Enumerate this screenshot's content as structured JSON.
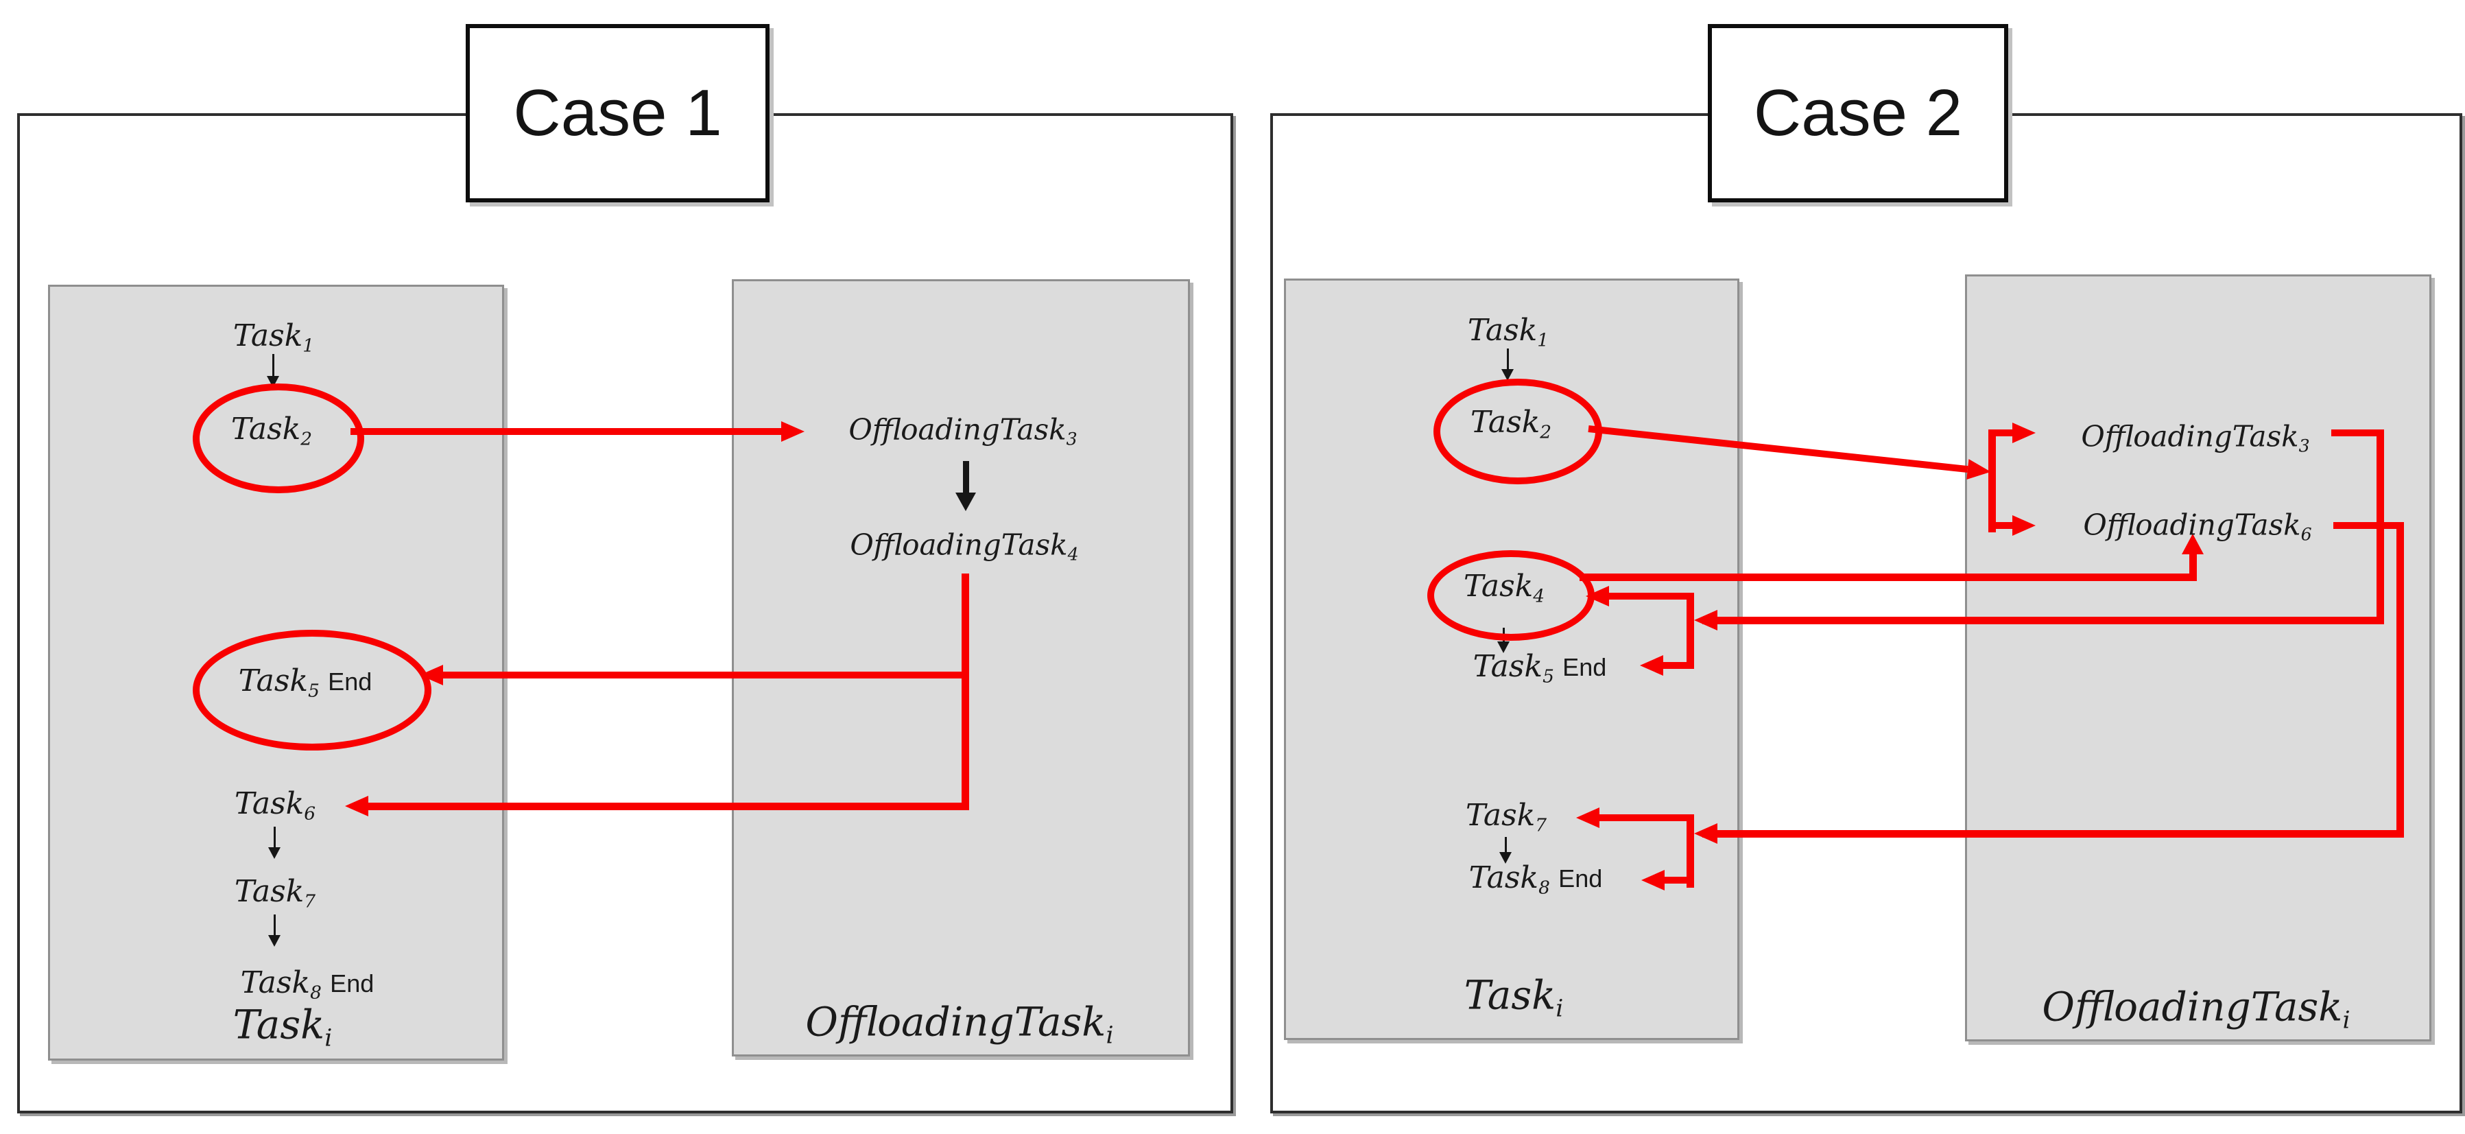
{
  "colors": {
    "accent_red": "#f80000",
    "panel_fill": "#dcdcdc",
    "panel_border": "#8f8f8f",
    "box_border": "#2e2e2e",
    "ink": "#1a1a1a"
  },
  "case1": {
    "title": "Case 1",
    "local_column_label": {
      "base": "Task",
      "sub": "i"
    },
    "offload_column_label": {
      "base": "OffloadingTask",
      "sub": "i"
    },
    "nodes": {
      "task1": {
        "base": "Task",
        "sub": "1"
      },
      "task2": {
        "base": "Task",
        "sub": "2"
      },
      "task5": {
        "base": "Task",
        "sub": "5",
        "suffix": "End"
      },
      "task6": {
        "base": "Task",
        "sub": "6"
      },
      "task7": {
        "base": "Task",
        "sub": "7"
      },
      "task8": {
        "base": "Task",
        "sub": "8",
        "suffix": "End"
      },
      "offloading_task3": {
        "base": "OffloadingTask",
        "sub": "3"
      },
      "offloading_task4": {
        "base": "OffloadingTask",
        "sub": "4"
      }
    },
    "highlighted_nodes": [
      "Task2",
      "Task5"
    ],
    "edges": [
      {
        "from": "Task1",
        "to": "Task2",
        "color": "black"
      },
      {
        "from": "Task2",
        "to": "OffloadingTask3",
        "color": "red",
        "kind": "offload"
      },
      {
        "from": "OffloadingTask3",
        "to": "OffloadingTask4",
        "color": "black"
      },
      {
        "from": "OffloadingTask4",
        "to": "Task5",
        "color": "red",
        "kind": "return"
      },
      {
        "from": "OffloadingTask4",
        "to": "Task6",
        "color": "red",
        "kind": "return"
      },
      {
        "from": "Task6",
        "to": "Task7",
        "color": "black"
      },
      {
        "from": "Task7",
        "to": "Task8",
        "color": "black"
      }
    ]
  },
  "case2": {
    "title": "Case 2",
    "local_column_label": {
      "base": "Task",
      "sub": "i"
    },
    "offload_column_label": {
      "base": "OffloadingTask",
      "sub": "i"
    },
    "nodes": {
      "task1": {
        "base": "Task",
        "sub": "1"
      },
      "task2": {
        "base": "Task",
        "sub": "2"
      },
      "task4": {
        "base": "Task",
        "sub": "4"
      },
      "task5": {
        "base": "Task",
        "sub": "5",
        "suffix": "End"
      },
      "task7": {
        "base": "Task",
        "sub": "7"
      },
      "task8": {
        "base": "Task",
        "sub": "8",
        "suffix": "End"
      },
      "offloading_task3": {
        "base": "OffloadingTask",
        "sub": "3"
      },
      "offloading_task6": {
        "base": "OffloadingTask",
        "sub": "6"
      }
    },
    "highlighted_nodes": [
      "Task2",
      "Task4"
    ],
    "edges": [
      {
        "from": "Task1",
        "to": "Task2",
        "color": "black"
      },
      {
        "from": "Task2",
        "to": "OffloadingTask3",
        "color": "red",
        "kind": "offload"
      },
      {
        "from": "Task2",
        "to": "OffloadingTask6",
        "color": "red",
        "kind": "offload"
      },
      {
        "from": "Task4",
        "to": "OffloadingTask6",
        "color": "red",
        "kind": "offload"
      },
      {
        "from": "OffloadingTask3",
        "to": "Task4",
        "color": "red",
        "kind": "return"
      },
      {
        "from": "OffloadingTask3",
        "to": "Task5",
        "color": "red",
        "kind": "return"
      },
      {
        "from": "OffloadingTask6",
        "to": "Task7",
        "color": "red",
        "kind": "return"
      },
      {
        "from": "OffloadingTask6",
        "to": "Task8",
        "color": "red",
        "kind": "return"
      },
      {
        "from": "Task4",
        "to": "Task5",
        "color": "black"
      },
      {
        "from": "Task7",
        "to": "Task8",
        "color": "black"
      }
    ]
  }
}
